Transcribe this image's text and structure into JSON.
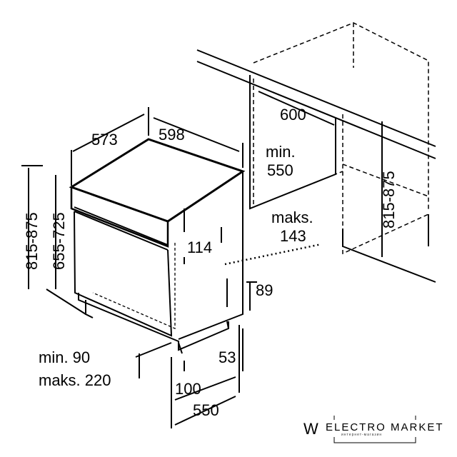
{
  "diagram": {
    "labels": {
      "depth": "573",
      "width": "598",
      "niche_width": "600",
      "niche_depth_min_word": "min.",
      "niche_depth_min_value": "550",
      "niche_height": "815-875",
      "total_height": "815-875",
      "body_height": "655-725",
      "panel_height": "114",
      "max_word": "maks.",
      "max_value": "143",
      "plinth_height": "89",
      "foot_offset": "53",
      "plinth_min": "min. 90",
      "plinth_max": "maks. 220",
      "door_clearance": "100",
      "bottom_depth": "550"
    },
    "watermark": {
      "letter": "W",
      "brand": "ELECTRO MARKET",
      "subtitle": "интернет-магазин"
    }
  }
}
